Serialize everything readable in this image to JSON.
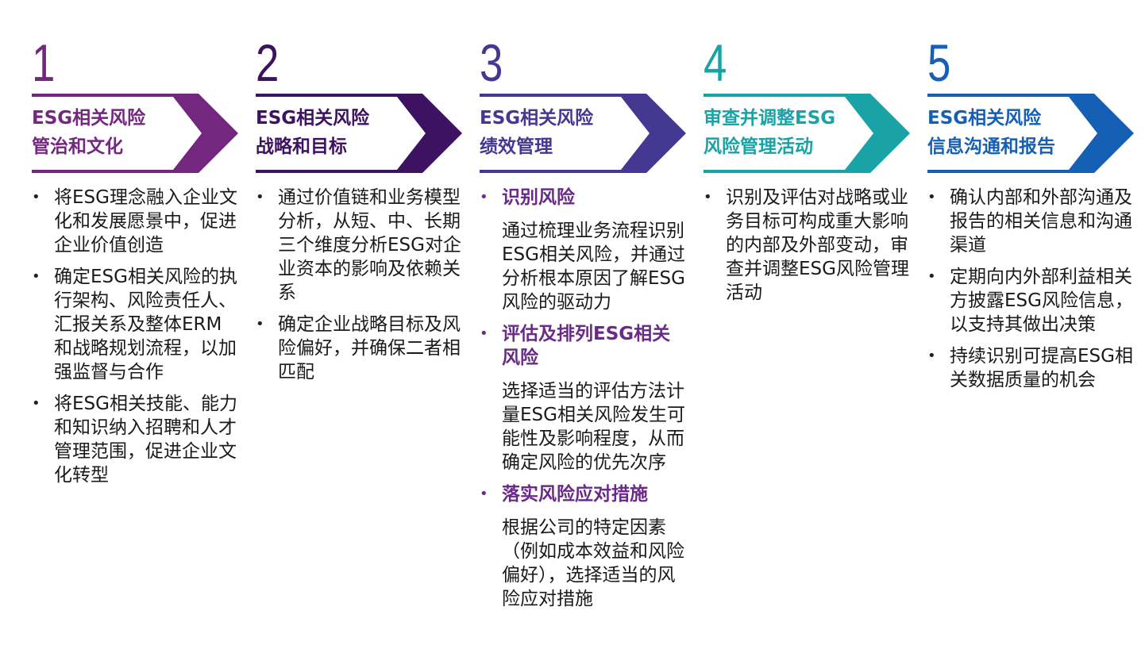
{
  "colors": {
    "step1": "#74277e",
    "step2": "#3d1260",
    "step3": "#443893",
    "step4": "#19a3a6",
    "step5": "#155fb4"
  },
  "steps": [
    {
      "number": "1",
      "title": [
        "ESG相关风险",
        "管治和文化"
      ],
      "items": [
        "将ESG理念融入企业文化和发展愿景中，促进企业价值创造",
        "确定ESG相关风险的执行架构、风险责任人、汇报关系及整体ERM和战略规划流程，以加强监督与合作",
        "将ESG相关技能、能力和知识纳入招聘和人才管理范围，促进企业文化转型"
      ]
    },
    {
      "number": "2",
      "title": [
        "ESG相关风险",
        "战略和目标"
      ],
      "items": [
        "通过价值链和业务模型分析，从短、中、长期三个维度分析ESG对企业资本的影响及依赖关系",
        "确定企业战略目标及风险偏好，并确保二者相匹配"
      ]
    },
    {
      "number": "3",
      "title": [
        "ESG相关风险",
        "绩效管理"
      ],
      "subitems": [
        {
          "heading": "识别风险",
          "body": "通过梳理业务流程识别ESG相关风险，并通过分析根本原因了解ESG风险的驱动力"
        },
        {
          "heading": "评估及排列ESG相关风险",
          "body": "选择适当的评估方法计量ESG相关风险发生可能性及影响程度，从而确定风险的优先次序"
        },
        {
          "heading": "落实风险应对措施",
          "body": "根据公司的特定因素（例如成本效益和风险偏好），选择适当的风险应对措施"
        }
      ]
    },
    {
      "number": "4",
      "title": [
        "审查并调整ESG",
        "风险管理活动"
      ],
      "items": [
        "识别及评估对战略或业务目标可构成重大影响的内部及外部变动，审查并调整ESG风险管理活动"
      ]
    },
    {
      "number": "5",
      "title": [
        "ESG相关风险",
        "信息沟通和报告"
      ],
      "items": [
        "确认内部和外部沟通及报告的相关信息和沟通渠道",
        "定期向内外部利益相关方披露ESG风险信息，以支持其做出决策",
        "持续识别可提高ESG相关数据质量的机会"
      ]
    }
  ]
}
